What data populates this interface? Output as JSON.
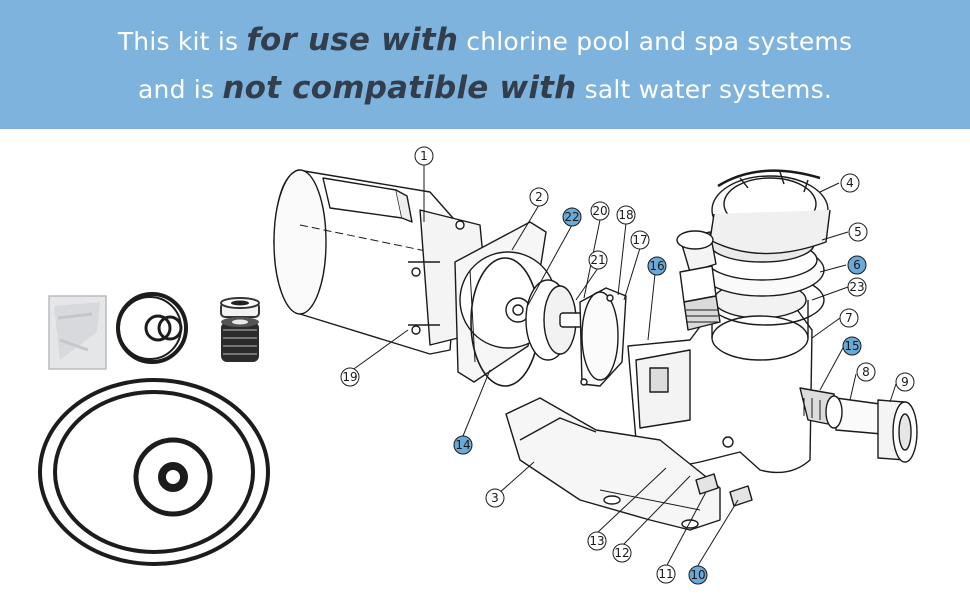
{
  "banner": {
    "line1_pre": "This kit is ",
    "line1_emph": "for use with",
    "line1_post": " chlorine pool and spa systems",
    "line2_pre": "and is ",
    "line2_emph": "not compatible with",
    "line2_post": " salt water systems."
  },
  "colors": {
    "banner_bg": "#7eb3dd",
    "banner_text": "#ffffff",
    "emphasis_text": "#333e4c",
    "highlight_callout": "#6aaad9",
    "line_art": "#1a1a1a"
  },
  "callouts": [
    {
      "label": "1",
      "highlighted": false
    },
    {
      "label": "2",
      "highlighted": false
    },
    {
      "label": "3",
      "highlighted": false
    },
    {
      "label": "4",
      "highlighted": false
    },
    {
      "label": "5",
      "highlighted": false
    },
    {
      "label": "6",
      "highlighted": true
    },
    {
      "label": "7",
      "highlighted": false
    },
    {
      "label": "8",
      "highlighted": false
    },
    {
      "label": "9",
      "highlighted": false
    },
    {
      "label": "10",
      "highlighted": true
    },
    {
      "label": "11",
      "highlighted": false
    },
    {
      "label": "12",
      "highlighted": false
    },
    {
      "label": "13",
      "highlighted": false
    },
    {
      "label": "14",
      "highlighted": true
    },
    {
      "label": "15",
      "highlighted": true
    },
    {
      "label": "16",
      "highlighted": true
    },
    {
      "label": "17",
      "highlighted": false
    },
    {
      "label": "18",
      "highlighted": false
    },
    {
      "label": "19",
      "highlighted": false
    },
    {
      "label": "20",
      "highlighted": false
    },
    {
      "label": "21",
      "highlighted": false
    },
    {
      "label": "22",
      "highlighted": true
    },
    {
      "label": "23",
      "highlighted": false
    }
  ]
}
